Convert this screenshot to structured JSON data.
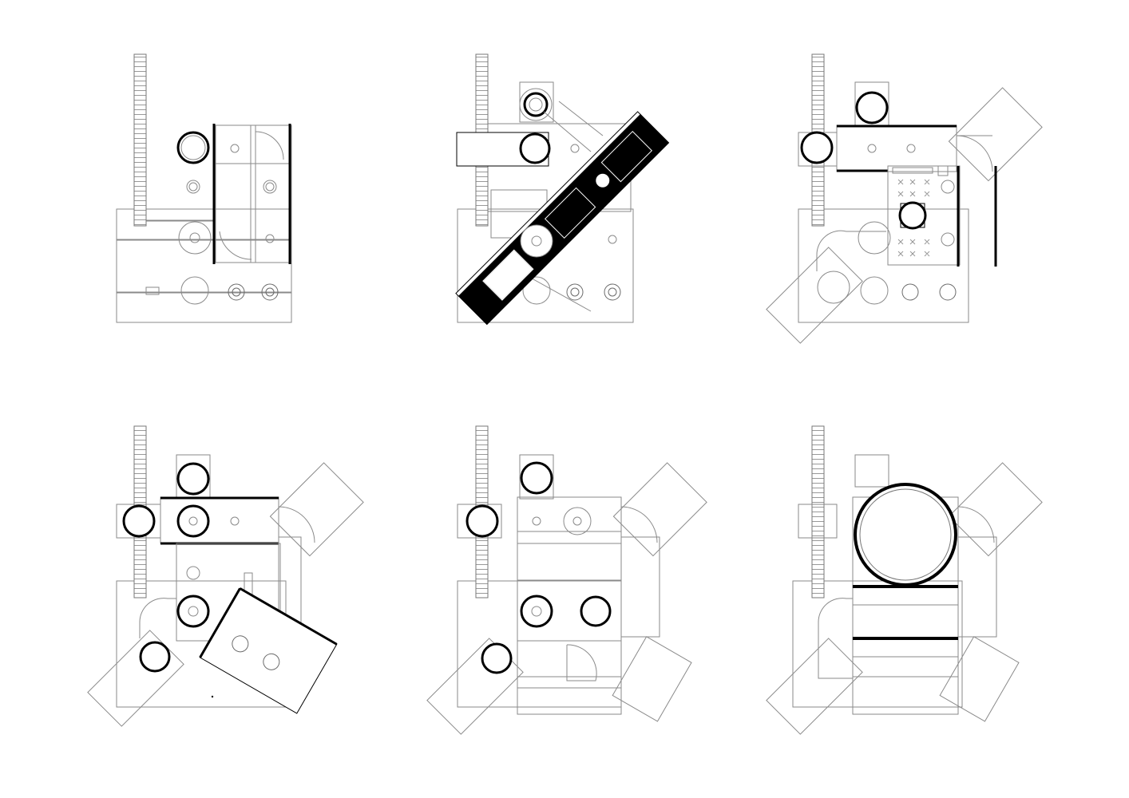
{
  "sheet": {
    "description_free": true,
    "background": "#ffffff",
    "ink": "#000000",
    "linework": "#8a8a8a"
  },
  "panels": [
    {
      "id": "plan-1",
      "row": 1,
      "col": 1
    },
    {
      "id": "plan-2",
      "row": 1,
      "col": 2
    },
    {
      "id": "plan-3",
      "row": 1,
      "col": 3
    },
    {
      "id": "plan-4",
      "row": 2,
      "col": 1
    },
    {
      "id": "plan-5",
      "row": 2,
      "col": 2
    },
    {
      "id": "plan-6",
      "row": 2,
      "col": 3
    }
  ]
}
